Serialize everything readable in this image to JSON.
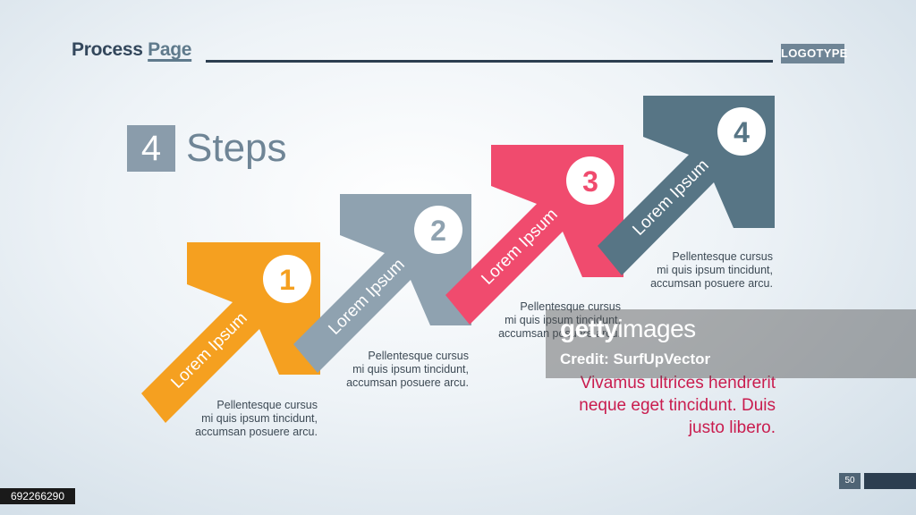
{
  "header": {
    "title_main": "Process",
    "title_accent": "Page",
    "logo": "LOGOTYPE"
  },
  "steps_heading": {
    "number": "4",
    "label": "Steps"
  },
  "steps": [
    {
      "number": "1",
      "label": "Lorem Ipsum",
      "color": "#f5a020",
      "description": [
        "Pellentesque cursus",
        "mi quis ipsum tincidunt,",
        "accumsan posuere arcu."
      ]
    },
    {
      "number": "2",
      "label": "Lorem Ipsum",
      "color": "#8fa2b0",
      "description": [
        "Pellentesque cursus",
        "mi quis ipsum tincidunt,",
        "accumsan posuere arcu."
      ]
    },
    {
      "number": "3",
      "label": "Lorem Ipsum",
      "color": "#f04b6e",
      "description": [
        "Pellentesque cursus",
        "mi quis ipsum tincidunt,",
        "accumsan posuere arcu."
      ]
    },
    {
      "number": "4",
      "label": "Lorem Ipsum",
      "color": "#577585",
      "description": [
        "Pellentesque cursus",
        "mi quis ipsum tincidunt,",
        "accumsan posuere arcu."
      ]
    }
  ],
  "quote": [
    "Vivamus ultrices hendrerit",
    "neque eget tincidunt. Duis",
    "justo libero."
  ],
  "watermark": {
    "brand_bold": "getty",
    "brand_light": "images",
    "credit": "Credit: SurfUpVector"
  },
  "image_id": "692266290",
  "page_number": "50"
}
